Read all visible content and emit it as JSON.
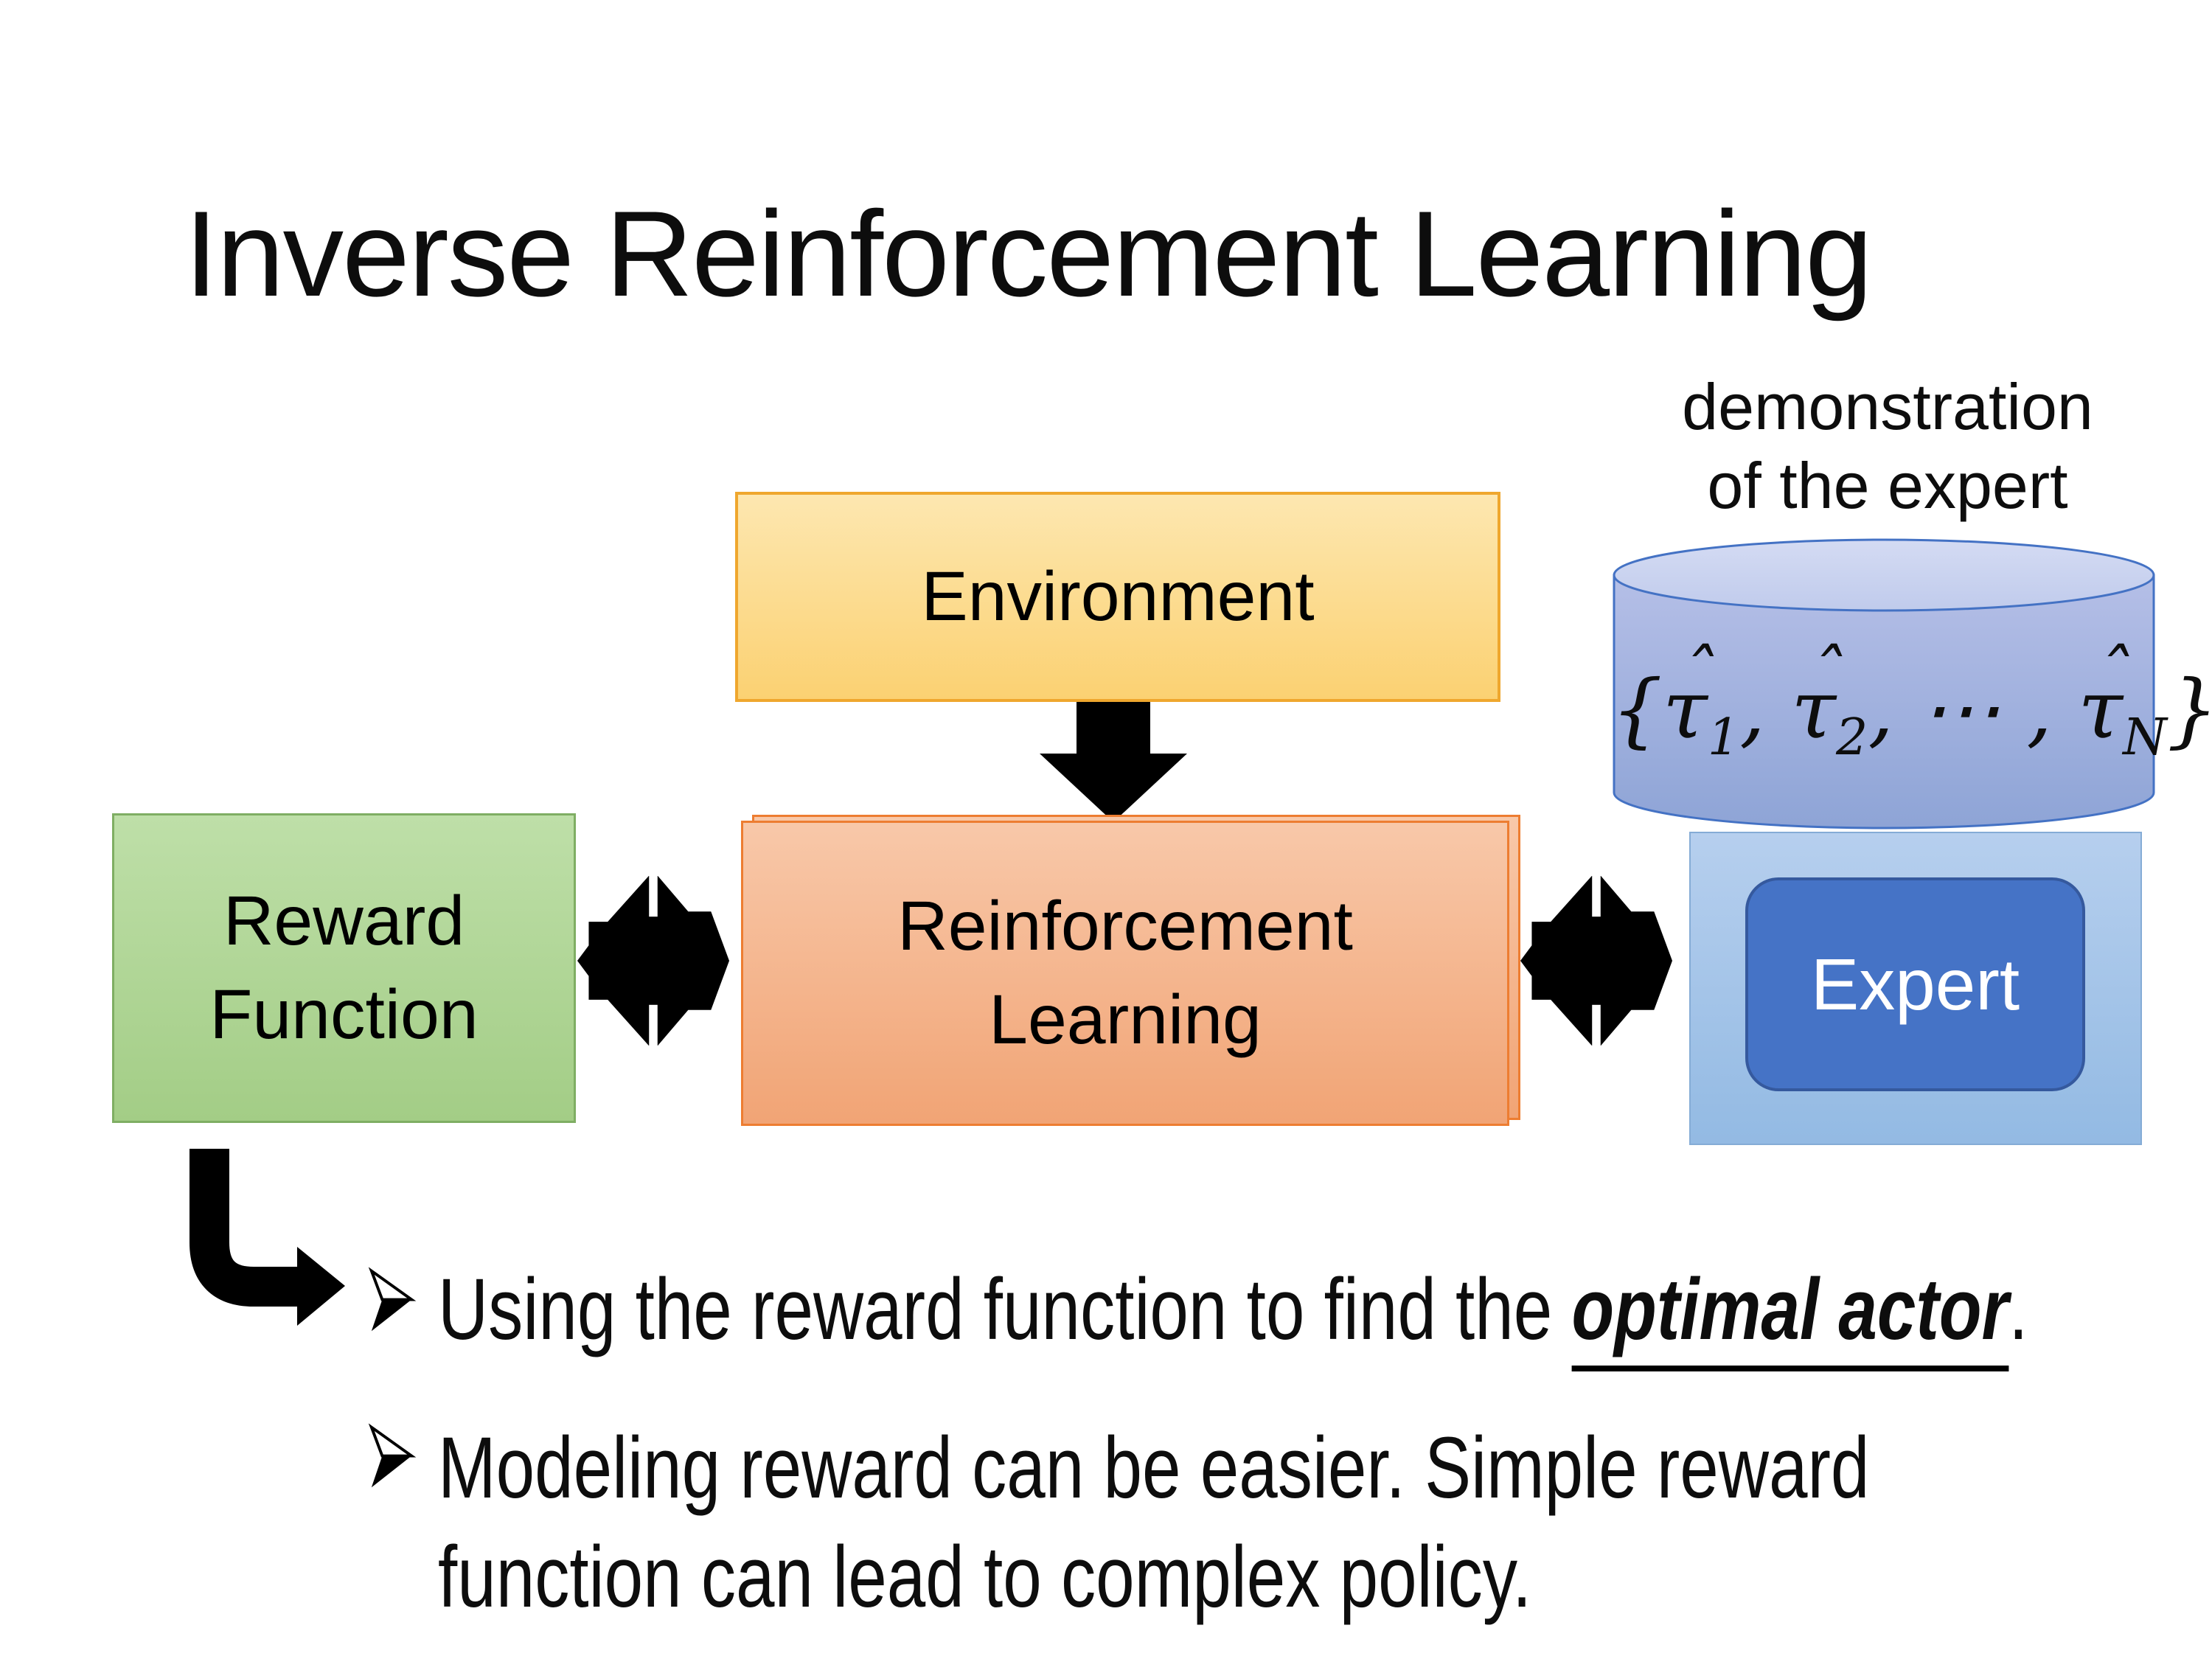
{
  "slide": {
    "title": "Inverse Reinforcement Learning",
    "background_color": "#ffffff"
  },
  "demo_label": {
    "line1": "demonstration",
    "line2": "of the expert"
  },
  "environment": {
    "label": "Environment"
  },
  "reward_function": {
    "line1": "Reward",
    "line2": "Function"
  },
  "reinforcement_learning": {
    "line1": "Reinforcement",
    "line2": "Learning"
  },
  "expert": {
    "label": "Expert"
  },
  "formula": {
    "open": "{",
    "tau1": "τ",
    "hat1": "ˆ",
    "sub1": "1",
    "sep1": ", ",
    "tau2": "τ",
    "hat2": "ˆ",
    "sub2": "2",
    "dots": ", ⋯ , ",
    "tau3": "τ",
    "hat3": "ˆ",
    "sub3": "N",
    "close": "}"
  },
  "bullets": {
    "item1": {
      "pre": "Using the reward function to find the ",
      "emphasis": "optimal actor",
      "post": "."
    },
    "item2": {
      "line1": "Modeling reward can be easier. Simple reward",
      "line2": "function can lead to complex policy."
    }
  },
  "colors": {
    "environment_fill": "#fbd172",
    "environment_border": "#efa72e",
    "reward_fill": "#a3cd86",
    "reward_border": "#7fae63",
    "rl_fill": "#f1a475",
    "rl_border": "#ed7d31",
    "expert_fill": "#4573c6",
    "expert_border": "#35599e",
    "expert_bg_fill": "#93bae3",
    "cylinder_fill": "#9fafdc",
    "cylinder_border": "#4472c4",
    "arrow_color": "#000000"
  }
}
